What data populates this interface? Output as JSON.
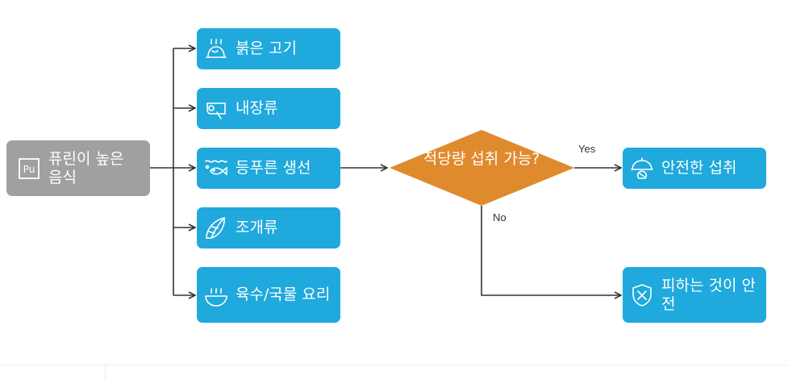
{
  "start": {
    "label": "퓨린이 높은 음식",
    "icon": "purine-element-icon",
    "icon_text": "Pu"
  },
  "foods": [
    {
      "label": "붉은 고기",
      "icon": "roast-meat-icon"
    },
    {
      "label": "내장류",
      "icon": "organ-meat-icon"
    },
    {
      "label": "등푸른 생선",
      "icon": "fish-icon"
    },
    {
      "label": "조개류",
      "icon": "shell-icon"
    },
    {
      "label": "육수/국물 요리",
      "icon": "soup-bowl-icon"
    }
  ],
  "decision": {
    "label": "적당량 섭취 가능?",
    "color": "#e08a2e"
  },
  "edges": {
    "yes": "Yes",
    "no": "No"
  },
  "outcomes": {
    "safe": {
      "label": "안전한 섭취",
      "icon": "safe-food-icon"
    },
    "avoid": {
      "label": "피하는 것이 안전",
      "icon": "shield-x-icon"
    }
  },
  "colors": {
    "node_blue": "#1fa9dc",
    "start_gray": "#a0a0a0",
    "line": "#333333"
  }
}
